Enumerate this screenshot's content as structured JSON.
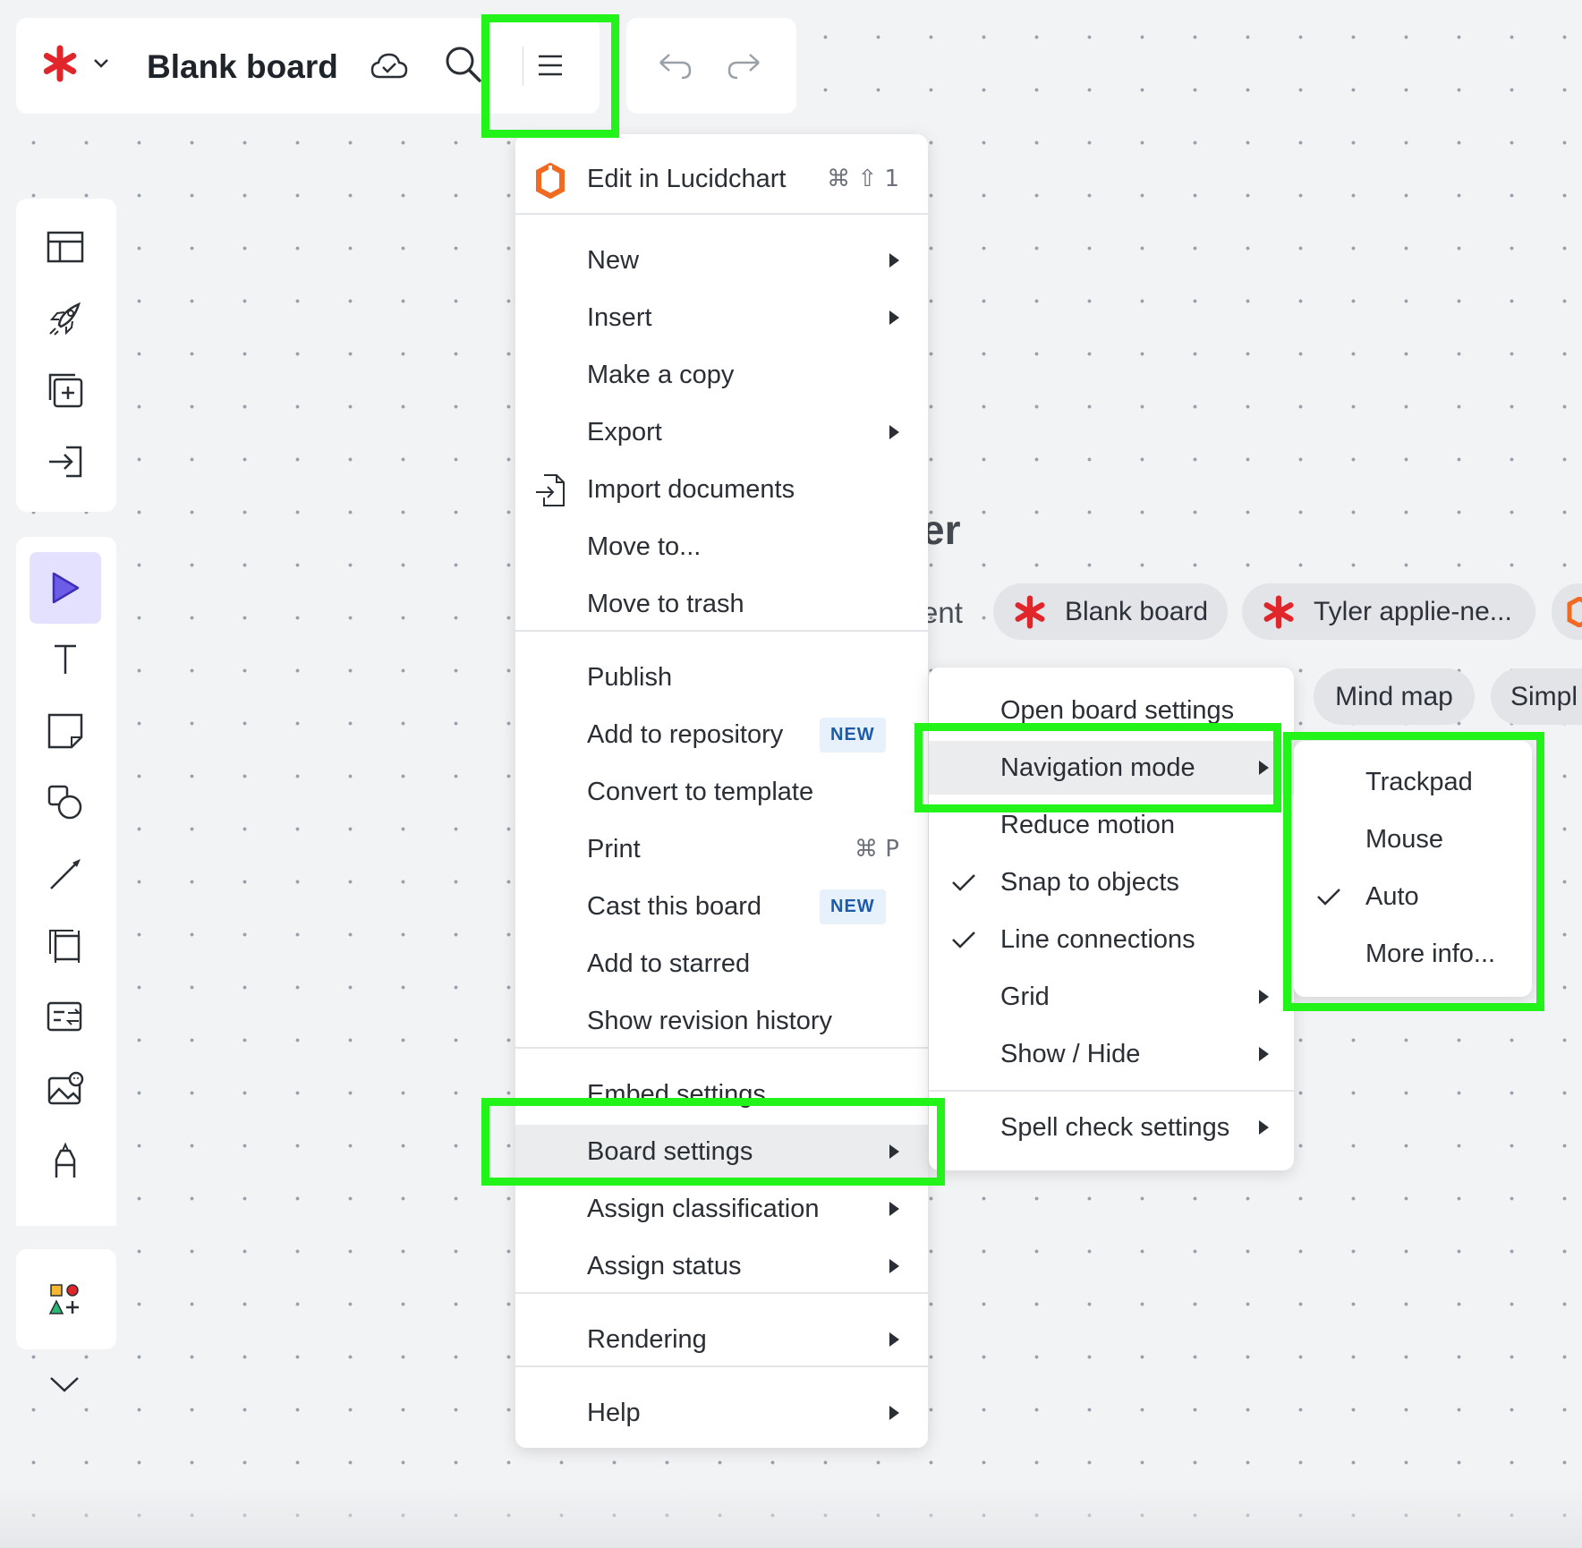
{
  "topbar": {
    "title": "Blank board",
    "logo_icon": "lucid-asterisk-icon",
    "cloud_icon": "cloud-check-icon",
    "search_icon": "search-icon",
    "menu_icon": "hamburger-menu-icon",
    "undo_icon": "undo-icon",
    "redo_icon": "redo-icon"
  },
  "background": {
    "heading_fragment": "er",
    "row_label_fragment": "ent",
    "recent_pills": [
      "Blank board",
      "Tyler applie-ne..."
    ],
    "template_pills": [
      "Mind map",
      "Simpl"
    ]
  },
  "main_menu": {
    "header": {
      "label": "Edit in Lucidchart",
      "shortcut": "⌘ ⇧ 1"
    },
    "items": [
      {
        "label": "New",
        "submenu": true
      },
      {
        "label": "Insert",
        "submenu": true
      },
      {
        "label": "Make a copy"
      },
      {
        "label": "Export",
        "submenu": true
      },
      {
        "label": "Import documents"
      },
      {
        "label": "Move to..."
      },
      {
        "label": "Move to trash"
      },
      {
        "label": "Publish"
      },
      {
        "label": "Add to repository",
        "badge": "NEW"
      },
      {
        "label": "Convert to template"
      },
      {
        "label": "Print",
        "shortcut": "⌘ P"
      },
      {
        "label": "Cast this board",
        "badge": "NEW"
      },
      {
        "label": "Add to starred"
      },
      {
        "label": "Show revision history"
      },
      {
        "label": "Embed settings"
      },
      {
        "label": "Board settings",
        "submenu": true,
        "highlighted": true
      },
      {
        "label": "Assign classification",
        "submenu": true
      },
      {
        "label": "Assign status",
        "submenu": true
      },
      {
        "label": "Rendering",
        "submenu": true
      },
      {
        "label": "Help",
        "submenu": true
      }
    ]
  },
  "board_settings_menu": {
    "items": [
      {
        "label": "Open board settings"
      },
      {
        "label": "Navigation mode",
        "submenu": true,
        "highlighted": true
      },
      {
        "label": "Reduce motion"
      },
      {
        "label": "Snap to objects",
        "checked": true
      },
      {
        "label": "Line connections",
        "checked": true
      },
      {
        "label": "Grid",
        "submenu": true
      },
      {
        "label": "Show / Hide",
        "submenu": true
      },
      {
        "label": "Spell check settings",
        "submenu": true
      }
    ]
  },
  "navigation_mode_menu": {
    "items": [
      {
        "label": "Trackpad"
      },
      {
        "label": "Mouse"
      },
      {
        "label": "Auto",
        "checked": true
      },
      {
        "label": "More info..."
      }
    ]
  },
  "colors": {
    "highlight_box": "#22f41a",
    "accent_red": "#e0262b",
    "lucidchart_orange": "#f26a21",
    "select_tool_bg": "#e3e1ff",
    "select_tool_icon": "#5b4de0"
  }
}
